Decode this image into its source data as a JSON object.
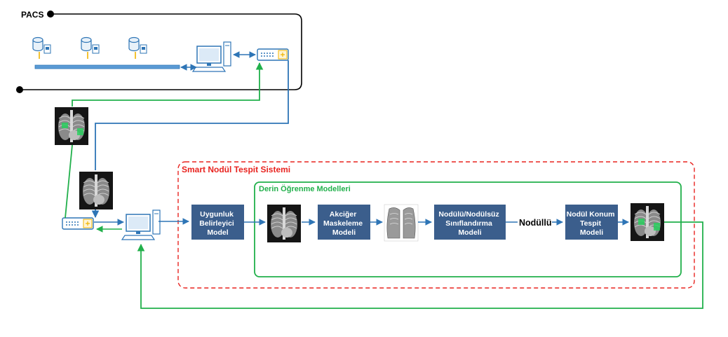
{
  "pacs": {
    "title": "PACS"
  },
  "smart_system": {
    "title": "Smart Nodül Tespit Sistemi"
  },
  "deep_learning": {
    "title": "Derin Öğrenme Modelleri"
  },
  "models": {
    "uygunluk": [
      "Uygunluk",
      "Belirleyici",
      "Model"
    ],
    "akciger": [
      "Akciğer",
      "Maskeleme",
      "Modeli"
    ],
    "nodullu_class": [
      "Nodülü/Nodülsüz",
      "Sınıflandırma",
      "Modeli"
    ],
    "konum": [
      "Nodül Konum",
      "Tespit",
      "Modeli"
    ]
  },
  "nodullu_label": "Nodüllü",
  "colors": {
    "blue": "#2e75b6",
    "green": "#21b04b",
    "red": "#e8231f",
    "box": "#3b5e8c",
    "bar": "#5b9bd5"
  },
  "icons": [
    "database-icon",
    "computer-icon",
    "network-switch-icon",
    "xray-image"
  ]
}
